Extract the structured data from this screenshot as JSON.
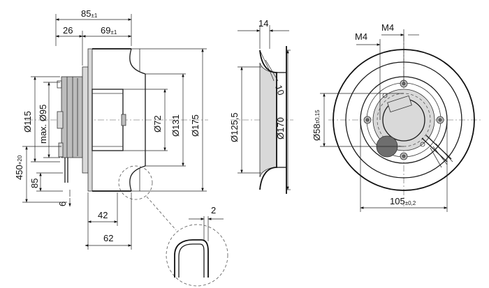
{
  "dimensions": {
    "d85": {
      "main": "85",
      "tol": "±1"
    },
    "d26": "26",
    "d69": {
      "main": "69",
      "tol": "±1"
    },
    "d115": "Ø115",
    "dmax95": "max. Ø95",
    "d450": {
      "main": "450",
      "tol": "+20"
    },
    "d85b": "85",
    "d6": "6",
    "d72": "Ø72",
    "d131": "Ø131",
    "d175": "Ø175",
    "d42": "42",
    "d62": "62",
    "d2": "2",
    "d14": "14",
    "d10": "10",
    "d1255": "Ø125,5",
    "d170": "Ø170",
    "m4a": "M4",
    "m4b": "M4",
    "d58": {
      "main": "Ø58",
      "tol": "±0,15"
    },
    "d105": {
      "main": "105",
      "tol": "±0,2"
    }
  },
  "colors": {
    "line": "#1a1a1a",
    "fill": "#bdbdbd"
  }
}
